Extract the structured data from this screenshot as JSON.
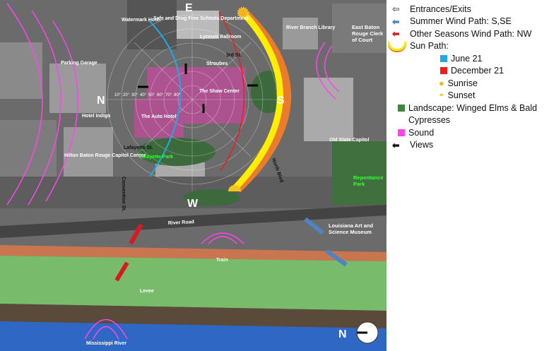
{
  "map": {
    "compass": {
      "north": "N",
      "east": "E",
      "south": "S",
      "west": "W"
    },
    "degrees": [
      "10°",
      "20°",
      "30°",
      "40°",
      "50°",
      "60°",
      "70°",
      "80°"
    ],
    "labels": {
      "watermark": "Watermark Hotel",
      "safe": "Safe and Drug Free Schools Department",
      "lyceum": "Lyceum Ballroom",
      "river_branch": "River Branch Library",
      "clerk": "East Baton Rouge Clerk of Court",
      "parking": "Parking Garage",
      "third": "3rd St.",
      "stroubes": "Stroubes",
      "shaw": "The Shaw Center",
      "auto": "The Auto Hotel",
      "indigo": "Hotel Indigo",
      "lafayette_st": "Lafayette St.",
      "lafayette_park": "Lafayette Park",
      "hilton": "Hilton Baton Rouge Capitol Center",
      "north_blvd": "North Blvd",
      "convention": "Convention St.",
      "old_capitol": "Old State Capitol",
      "repentance": "Repentance Park",
      "river_road": "River Road",
      "museum": "Louisiana Art and Science Museum",
      "train": "Train",
      "levee": "Levee",
      "river": "Mississippi River"
    },
    "north_arrow": "N"
  },
  "legend": {
    "items": [
      {
        "label": "Entrances/Exits",
        "icon": "hollow-arrow-icon"
      },
      {
        "label": "Summer Wind Path: S,SE",
        "icon": "blue-arrow-icon",
        "color": "#4f83c2"
      },
      {
        "label": "Other Seasons Wind Path: NW",
        "icon": "red-arrow-icon",
        "color": "#d71920"
      },
      {
        "label": "Sun Path:",
        "icon": "sun-path-icon"
      },
      {
        "label": "June 21",
        "color": "#1fa8e6"
      },
      {
        "label": "December 21",
        "color": "#ee1c1c"
      },
      {
        "label": "Sunrise",
        "icon": "sunrise-icon"
      },
      {
        "label": "Sunset",
        "icon": "sunset-icon"
      },
      {
        "label": "Landscape: Winged Elms & Bald",
        "label2": "Cypresses",
        "color": "#3f8a3a"
      },
      {
        "label": "Sound",
        "color": "#ff44ee"
      },
      {
        "label": "Views",
        "icon": "black-arrow-icon"
      }
    ]
  }
}
